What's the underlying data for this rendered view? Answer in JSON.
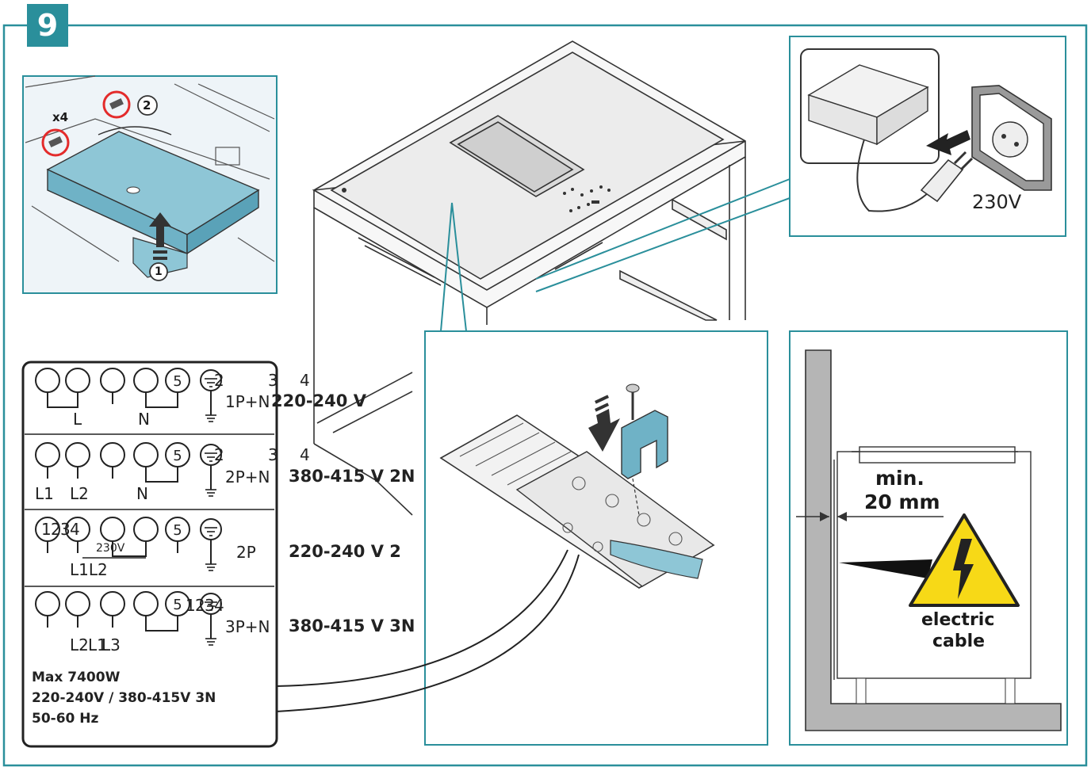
{
  "step_number": "9",
  "colors": {
    "teal": "#2a8f9b",
    "panel_blue": "#8ec6d6",
    "warning_yellow": "#f7d917",
    "red": "#e32b2b"
  },
  "top_left_inset": {
    "multiplier": "x4",
    "callout_1": "1",
    "callout_2": "2",
    "icons": [
      "screw-icon",
      "up-arrow-icon"
    ]
  },
  "socket_inset": {
    "voltage": "230V",
    "icons": [
      "plug-icon",
      "wall-socket-icon",
      "arrow-right-icon"
    ]
  },
  "wiring_table": {
    "rows": [
      {
        "terminals": [
          "L",
          "N"
        ],
        "top_numbers": [
          "2",
          "3",
          "4"
        ],
        "mode": "1P+N",
        "voltage": "220-240 V"
      },
      {
        "terminals": [
          "L1",
          "L2",
          "N"
        ],
        "top_numbers": [
          "2",
          "3",
          "4"
        ],
        "mode": "2P+N",
        "voltage": "380-415 V 2N"
      },
      {
        "terminals": [
          "L1L2"
        ],
        "top_numbers": [
          "1",
          "2",
          "3",
          "4"
        ],
        "bridge_label": "230V",
        "mode": "2P",
        "voltage": "220-240 V 2"
      },
      {
        "terminals": [
          "L2",
          "L1",
          "L3"
        ],
        "top_numbers": [
          "1",
          "2",
          "3",
          "4"
        ],
        "mode": "3P+N",
        "voltage": "380-415 V 3N"
      }
    ],
    "specs": [
      "Max 7400W",
      "220-240V / 380-415V 3N",
      "50-60 Hz"
    ],
    "terminal_5": "5"
  },
  "clearance_inset": {
    "min_label": "min.",
    "distance": "20 mm",
    "warning_label_1": "electric",
    "warning_label_2": "cable"
  }
}
